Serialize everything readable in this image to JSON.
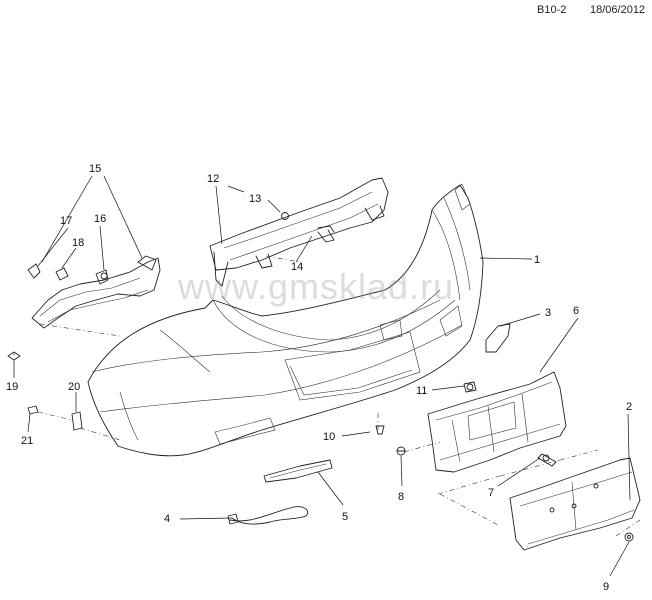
{
  "header": {
    "code": "B10-2",
    "date": "18/06/2012"
  },
  "watermark": "www.gmsklad.ru",
  "callouts": [
    "1",
    "2",
    "3",
    "4",
    "5",
    "6",
    "7",
    "8",
    "9",
    "10",
    "11",
    "12",
    "13",
    "14",
    "15",
    "16",
    "17",
    "18",
    "19",
    "20",
    "21"
  ],
  "colors": {
    "line": "#222222",
    "background": "#ffffff",
    "watermark": "#969696"
  }
}
